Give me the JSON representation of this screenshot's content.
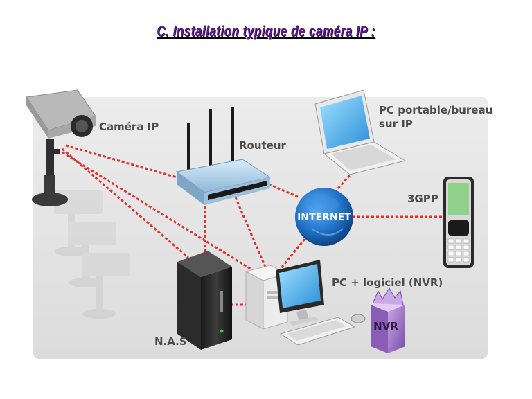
{
  "title": "C. Installation typique de caméra IP :",
  "labels": {
    "camera": "Caméra IP",
    "router": "Routeur",
    "laptop_line1": "PC portable/bureau",
    "laptop_line2": "sur IP",
    "phone": "3GPP",
    "internet": "INTERNET",
    "pc": "PC + logiciel (NVR)",
    "nas": "N.A.S",
    "nvr_box": "NVR"
  },
  "colors": {
    "link": "#e03030",
    "panel": "#e6e6e6",
    "title": "#5a1a8a",
    "globe": "#1f6fc4"
  }
}
